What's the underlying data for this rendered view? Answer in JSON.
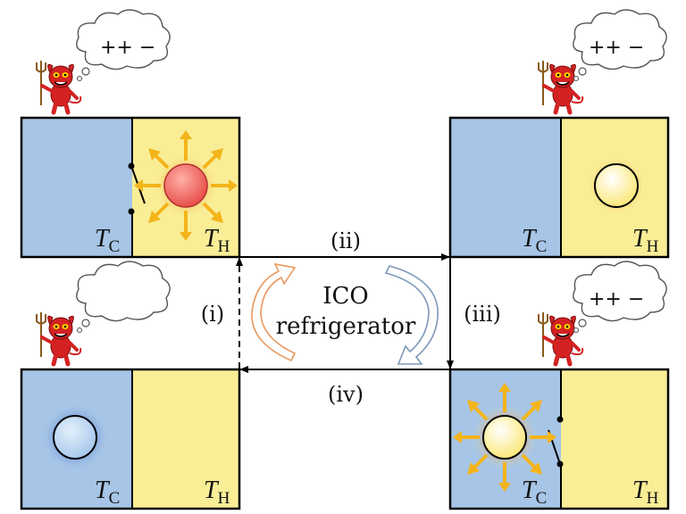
{
  "temps": {
    "cold": "T",
    "cold_sub": "C",
    "hot": "T",
    "hot_sub": "H"
  },
  "thought_text": "++ −",
  "steps": {
    "i": "(i)",
    "ii": "(ii)",
    "iii": "(iii)",
    "iv": "(iv)"
  },
  "center": {
    "line1": "ICO",
    "line2": "refrigerator"
  },
  "colors": {
    "cold": "#a7c5e6",
    "hot": "#f9ee96",
    "arrow_orange": "#e89a5f",
    "arrow_blue": "#7d97b8",
    "devil": "#d42222"
  },
  "icons": [
    "devil-icon",
    "thought-bubble-icon",
    "sun-icon",
    "particle-icon",
    "switch-icon"
  ]
}
